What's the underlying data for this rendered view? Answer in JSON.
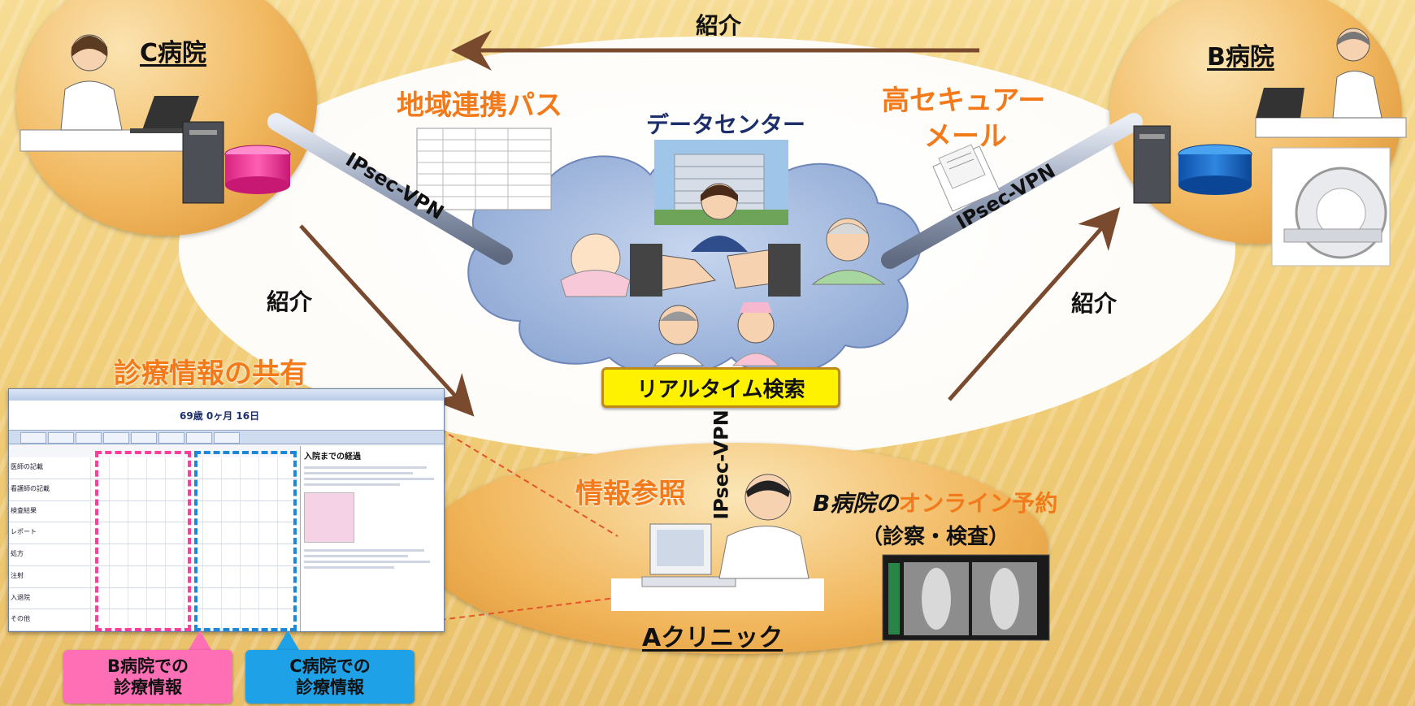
{
  "nodes": {
    "hospital_c": "C病院",
    "hospital_b": "B病院",
    "clinic_a": "Aクリニック",
    "data_center": "データセンター"
  },
  "edges": {
    "referral_top": "紹介",
    "referral_left": "紹介",
    "referral_right": "紹介"
  },
  "vpn": {
    "left": "IPsec-VPN",
    "right": "IPsec-VPN",
    "bottom": "IPsec-VPN"
  },
  "features": {
    "regional_path": "地域連携パス",
    "secure_mail_line1": "高セキュアー",
    "secure_mail_line2": "メール",
    "realtime_search": "リアルタイム検索",
    "info_reference": "情報参照",
    "online_booking_prefix": "B病院の",
    "online_booking_highlight": "オンライン予約",
    "online_booking_sub": "（診察・検査）",
    "info_sharing": "診療情報の共有"
  },
  "callouts": {
    "b_hospital_line1": "B病院での",
    "b_hospital_line2": "診療情報",
    "c_hospital_line1": "C病院での",
    "c_hospital_line2": "診療情報"
  },
  "emr_screen": {
    "age": "69歳 0ヶ月 16日",
    "rows": [
      "医師の記載",
      "看護師の記載",
      "検査結果",
      "レポート",
      "処方",
      "注射",
      "入退院",
      "その他"
    ],
    "note_heading": "入院までの経過"
  },
  "colors": {
    "accent_orange": "#f27a1a",
    "search_yellow": "#fff200",
    "callout_b_pink": "#ff6fb5",
    "callout_c_blue": "#1ea1e6",
    "cloud_blue": "#9fb6dd",
    "arrow_brown": "#7a4a2e"
  }
}
